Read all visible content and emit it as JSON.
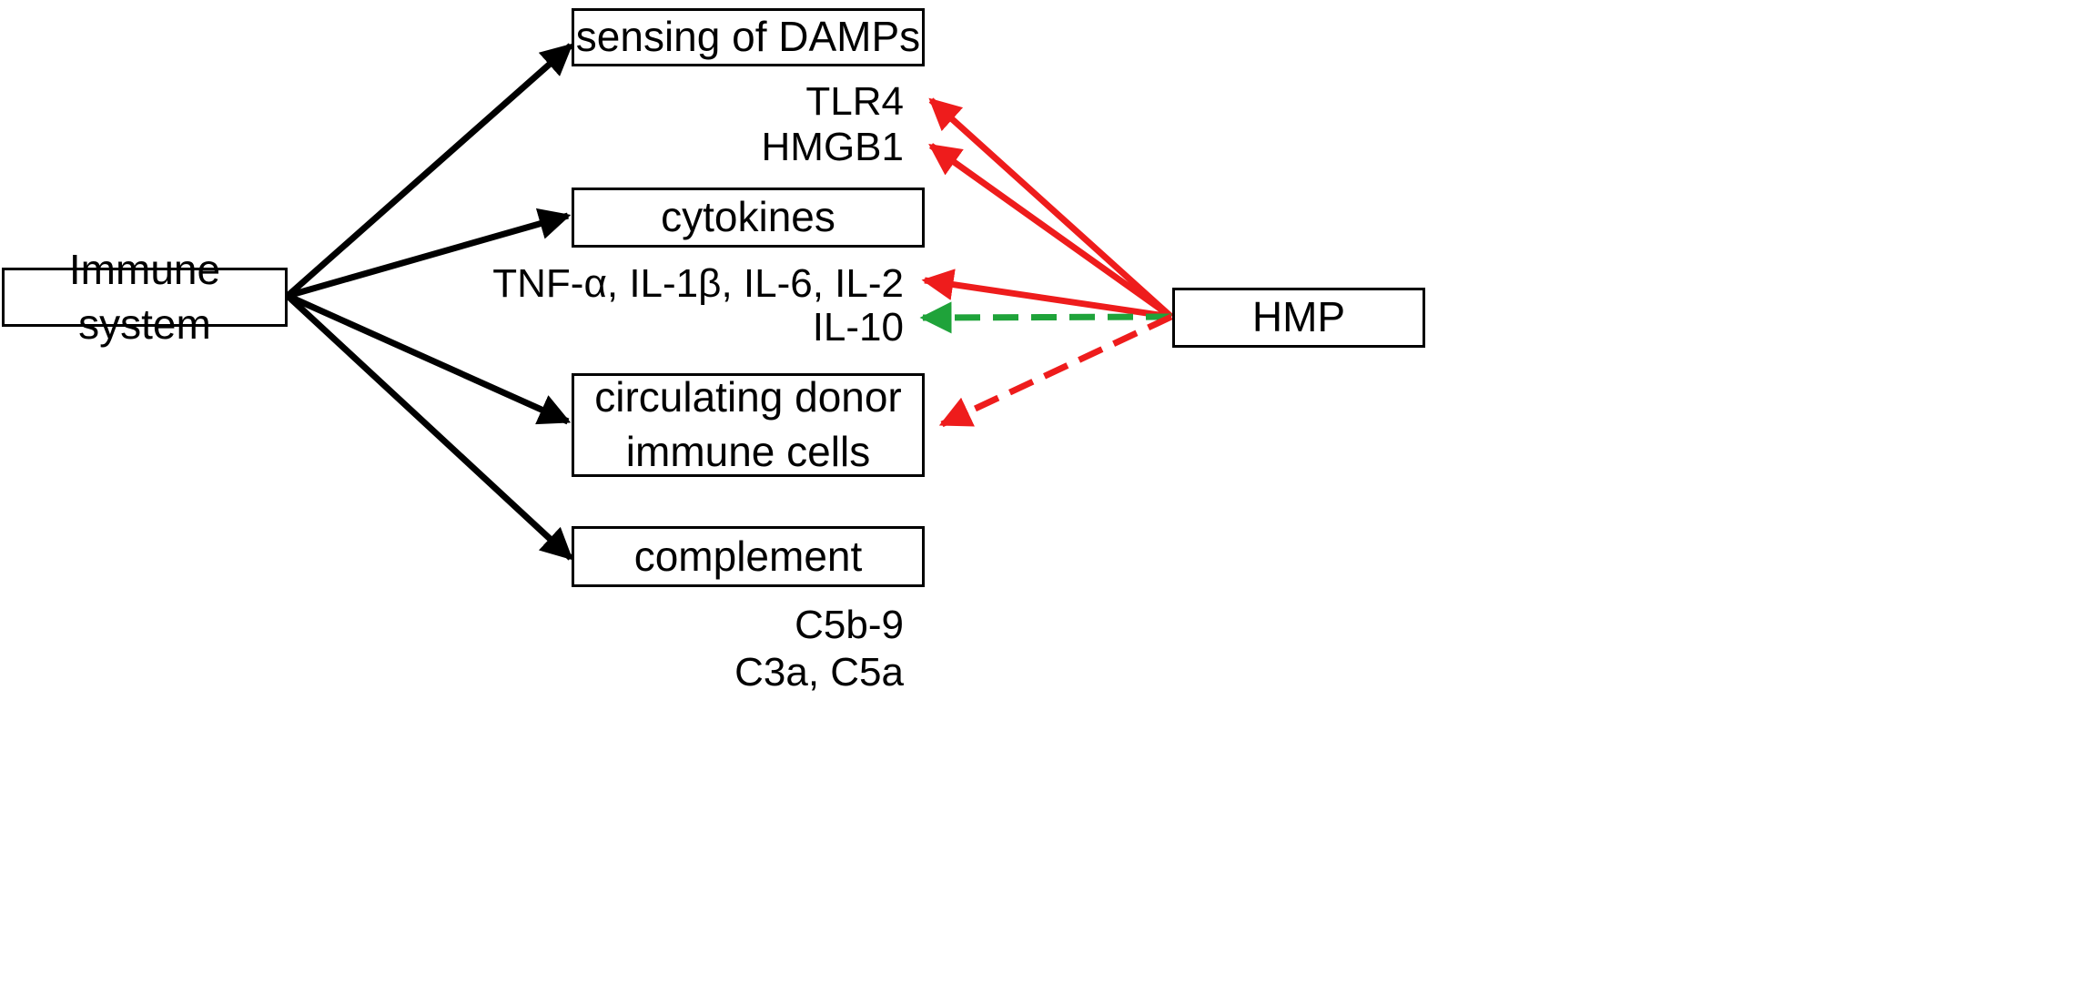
{
  "nodes": {
    "immune_system": {
      "label": "Immune system"
    },
    "sensing_damps": {
      "label": "sensing of DAMPs"
    },
    "cytokines": {
      "label": "cytokines"
    },
    "circulating": {
      "line1": "circulating donor",
      "line2": "immune cells"
    },
    "complement": {
      "label": "complement"
    },
    "hmp": {
      "label": "HMP"
    }
  },
  "markers": {
    "tlr4": "TLR4",
    "hmgb1": "HMGB1",
    "proinflammatory": "TNF-α, IL-1β, IL-6, IL-2",
    "il10": "IL-10",
    "c5b9": "C5b-9",
    "c3a_c5a": "C3a, C5a"
  },
  "colors": {
    "black_arrow": "#000000",
    "increase_arrow": "#ee1c1c",
    "decrease_arrow": "#1fa33a"
  },
  "edges": [
    {
      "from": "immune_system",
      "to": "sensing_damps",
      "style": "solid",
      "color": "black"
    },
    {
      "from": "immune_system",
      "to": "cytokines",
      "style": "solid",
      "color": "black"
    },
    {
      "from": "immune_system",
      "to": "circulating",
      "style": "solid",
      "color": "black"
    },
    {
      "from": "immune_system",
      "to": "complement",
      "style": "solid",
      "color": "black"
    },
    {
      "from": "hmp",
      "to": "tlr4",
      "style": "solid",
      "color": "red"
    },
    {
      "from": "hmp",
      "to": "hmgb1",
      "style": "solid",
      "color": "red"
    },
    {
      "from": "hmp",
      "to": "proinflammatory",
      "style": "solid",
      "color": "red"
    },
    {
      "from": "hmp",
      "to": "il10",
      "style": "dashed",
      "color": "green"
    },
    {
      "from": "hmp",
      "to": "circulating",
      "style": "dashed",
      "color": "red"
    }
  ]
}
